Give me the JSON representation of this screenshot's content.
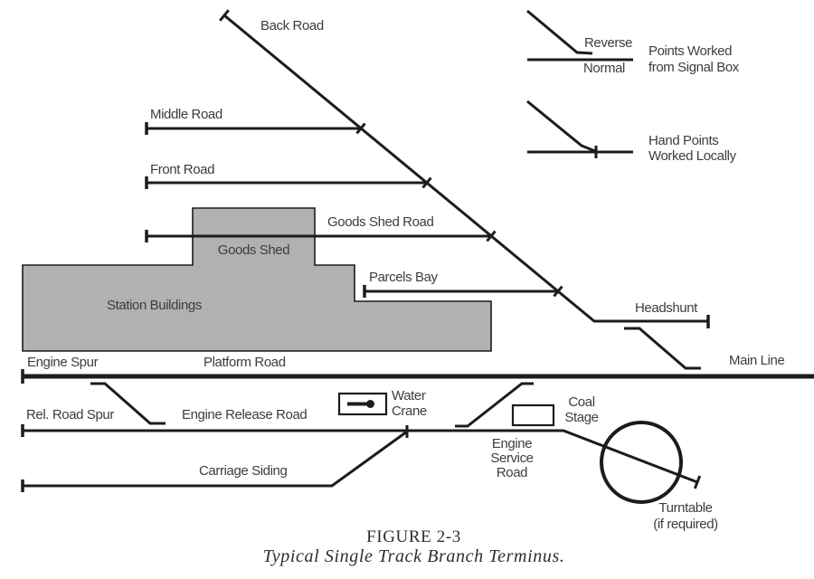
{
  "colors": {
    "line_color": "#1c1c1c",
    "building_fill": "#b1b1b1",
    "text_color": "#3d3d3d",
    "background": "#ffffff"
  },
  "tracks": {
    "back_road": "Back Road",
    "middle_road": "Middle Road",
    "front_road": "Front Road",
    "goods_shed_road": "Goods Shed Road",
    "parcels_bay": "Parcels Bay",
    "headshunt": "Headshunt",
    "main_line": "Main Line",
    "engine_spur": "Engine Spur",
    "platform_road": "Platform Road",
    "rel_road_spur": "Rel. Road Spur",
    "engine_release_road": "Engine Release Road",
    "carriage_siding": "Carriage Siding",
    "engine_service_road": "Engine\nService\nRoad"
  },
  "buildings": {
    "station_buildings": "Station Buildings",
    "goods_shed": "Goods Shed"
  },
  "equipment": {
    "water_crane": "Water\nCrane",
    "coal_stage": "Coal\nStage",
    "turntable": "Turntable\n(if required)"
  },
  "legend": {
    "reverse": "Reverse",
    "normal": "Normal",
    "signal_box_points": "Points Worked\nfrom Signal Box",
    "hand_points": "Hand Points\nWorked Locally"
  },
  "caption": {
    "figure": "FIGURE 2-3",
    "title": "Typical Single Track Branch Terminus."
  }
}
